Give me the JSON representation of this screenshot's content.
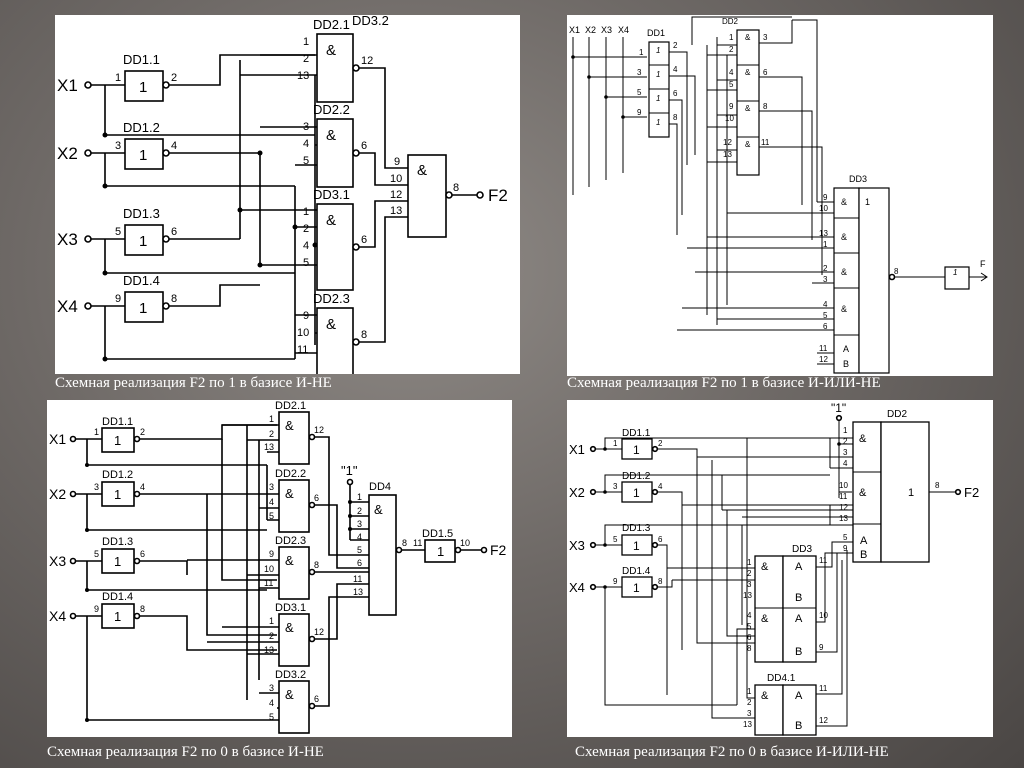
{
  "panels": [
    {
      "caption": "Схемная реализация F2 по 1 в базисе И-НЕ"
    },
    {
      "caption": "Схемная реализация F2 по 1 в базисе И-ИЛИ-НЕ"
    },
    {
      "caption": "Схемная реализация F2 по 0 в базисе И-НЕ"
    },
    {
      "caption": "Схемная реализация F2 по 0 в базисе И-ИЛИ-НЕ"
    }
  ],
  "symbols": {
    "and": "&",
    "not": "1",
    "or": "1",
    "one": "\"1\"",
    "A": "A",
    "B": "B"
  },
  "p1": {
    "inputs": [
      "X1",
      "X2",
      "X3",
      "X4"
    ],
    "inv": [
      "DD1.1",
      "DD1.2",
      "DD1.3",
      "DD1.4"
    ],
    "inv_pins": [
      [
        "1",
        "2"
      ],
      [
        "3",
        "4"
      ],
      [
        "5",
        "6"
      ],
      [
        "9",
        "8"
      ]
    ],
    "nand": [
      "DD2.1",
      "DD2.2",
      "DD3.1",
      "DD2.3"
    ],
    "nand_pins": [
      [
        "1",
        "2",
        "13",
        "12"
      ],
      [
        "3",
        "4",
        "5",
        "6"
      ],
      [
        "1",
        "2",
        "4",
        "5",
        "6"
      ],
      [
        "9",
        "10",
        "11",
        "8"
      ]
    ],
    "out_gate": "DD3.2",
    "out_pins": [
      "9",
      "10",
      "12",
      "13",
      "8"
    ],
    "output": "F2"
  },
  "p2": {
    "inputs": [
      "X1",
      "X2",
      "X3",
      "X4"
    ],
    "dd1": "DD1",
    "dd2": "DD2",
    "dd3": "DD3",
    "dd1_pins": [
      [
        "1",
        "2"
      ],
      [
        "3",
        "4"
      ],
      [
        "5",
        "6"
      ],
      [
        "9",
        "8"
      ]
    ],
    "dd2_pins": [
      [
        "1",
        "2",
        "3"
      ],
      [
        "4",
        "5",
        "6"
      ],
      [
        "9",
        "10",
        "8"
      ],
      [
        "12",
        "13",
        "11"
      ]
    ],
    "dd3_pins": [
      "9",
      "10",
      "13",
      "1",
      "2",
      "3",
      "4",
      "5",
      "6",
      "11",
      "12",
      "8"
    ],
    "out_inv": "1",
    "output": "F"
  },
  "p3": {
    "inputs": [
      "X1",
      "X2",
      "X3",
      "X4"
    ],
    "inv": [
      "DD1.1",
      "DD1.2",
      "DD1.3",
      "DD1.4"
    ],
    "inv_pins": [
      [
        "1",
        "2"
      ],
      [
        "3",
        "4"
      ],
      [
        "5",
        "6"
      ],
      [
        "9",
        "8"
      ]
    ],
    "nand": [
      "DD2.1",
      "DD2.2",
      "DD2.3",
      "DD3.1",
      "DD3.2"
    ],
    "nand_pins": [
      [
        "1",
        "2",
        "13",
        "12"
      ],
      [
        "3",
        "4",
        "5",
        "6"
      ],
      [
        "9",
        "10",
        "11",
        "8"
      ],
      [
        "1",
        "2",
        "13",
        "12"
      ],
      [
        "3",
        "4",
        "5",
        "6"
      ]
    ],
    "dd4": "DD4",
    "dd4_pins": [
      "1",
      "2",
      "3",
      "4",
      "5",
      "6",
      "11",
      "13",
      "8"
    ],
    "dd15": "DD1.5",
    "dd15_pins": [
      "11",
      "10"
    ],
    "output": "F2"
  },
  "p4": {
    "inputs": [
      "X1",
      "X2",
      "X3",
      "X4"
    ],
    "inv": [
      "DD1.1",
      "DD1.2",
      "DD1.3",
      "DD1.4"
    ],
    "inv_pins": [
      [
        "1",
        "2"
      ],
      [
        "3",
        "4"
      ],
      [
        "5",
        "6"
      ],
      [
        "9",
        "8"
      ]
    ],
    "dd2": "DD2",
    "dd2_in": [
      "1",
      "2",
      "3",
      "4",
      "10",
      "11",
      "12",
      "13",
      "5",
      "9"
    ],
    "dd2_out": "8",
    "dd3": "DD3",
    "dd3_pins": [
      "1",
      "2",
      "3",
      "13",
      "4",
      "5",
      "6",
      "8",
      "11",
      "10",
      "9"
    ],
    "dd41": "DD4.1",
    "dd41_pins": [
      "1",
      "2",
      "3",
      "13",
      "11",
      "12"
    ],
    "output": "F2"
  }
}
